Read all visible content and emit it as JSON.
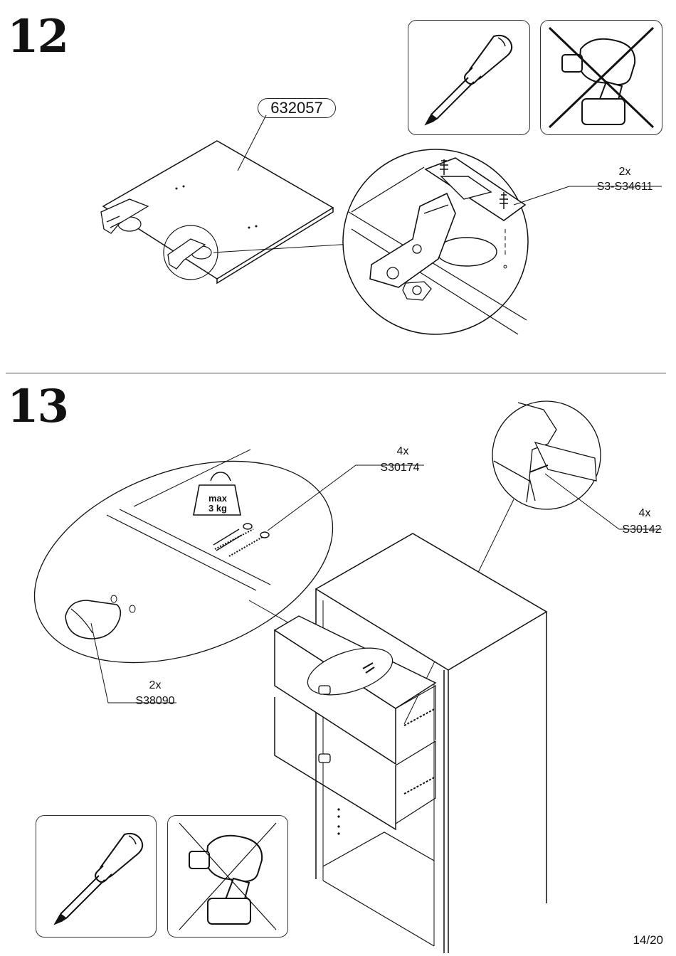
{
  "steps": [
    {
      "number": "12",
      "part_number": "632057",
      "hardware": {
        "qty": "2x",
        "code": "S3-S34611"
      }
    },
    {
      "number": "13",
      "weight_max_line1": "max",
      "weight_max_line2": "3 kg",
      "hardware": [
        {
          "qty": "4x",
          "code": "S30174"
        },
        {
          "qty": "4x",
          "code": "S30142"
        },
        {
          "qty": "2x",
          "code": "S38090"
        }
      ]
    }
  ],
  "page": "14/20"
}
